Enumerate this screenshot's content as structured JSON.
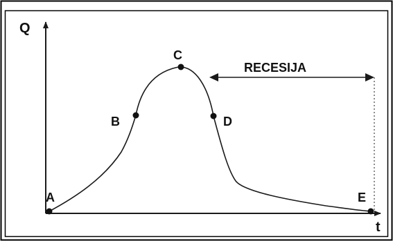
{
  "diagram": {
    "labels": {
      "y_axis": "Q",
      "x_axis": "t",
      "a": "A",
      "b": "B",
      "c": "C",
      "d": "D",
      "e": "E",
      "recession": "RECESIJA"
    },
    "colors": {
      "line": "#1a1a1a",
      "frame": "#000000",
      "background": "#ffffff"
    }
  }
}
